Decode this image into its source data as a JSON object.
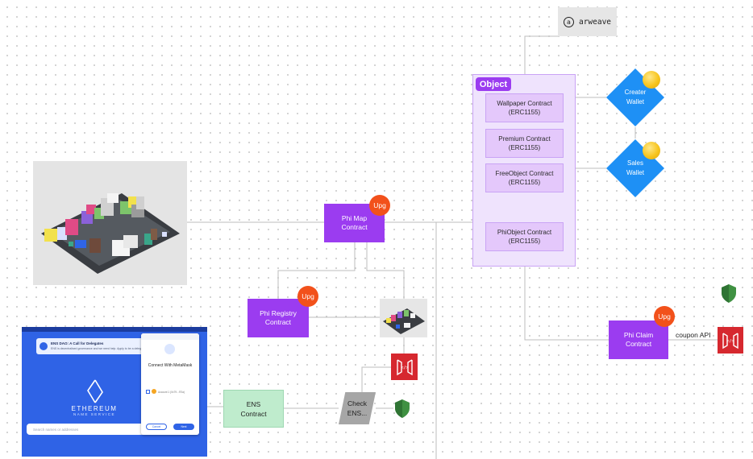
{
  "object_group": {
    "title": "Object",
    "contracts": [
      {
        "label": "Wallpaper Contract\n(ERC1155)"
      },
      {
        "label": "Premium Contract\n(ERC1155)"
      },
      {
        "label": "FreeObject Contract\n(ERC1155)"
      },
      {
        "label": "PhiObject Contract\n(ERC1155)"
      }
    ]
  },
  "arweave": {
    "logo": "a",
    "label": "arweave"
  },
  "wallets": [
    {
      "label": "Creater\nWallet"
    },
    {
      "label": "Sales\nWallet"
    }
  ],
  "nodes": {
    "phi_map": "Phi Map\nContract",
    "phi_registry": "Phi Registry\nContract",
    "phi_claim": "Phi Claim\nContract",
    "ens_contract": "ENS\nContract",
    "check_ens": "Check\nENS..."
  },
  "badges": {
    "upgradeable": "Upg"
  },
  "edge_labels": {
    "coupon_api": "coupon API"
  },
  "ens_screenshot": {
    "banner_title": "ENS DAO: A Call for Delegates",
    "banner_sub": "ENS is decentralised governance and we need help. Apply to be a delegate.",
    "wordmark": "ETHEREUM",
    "subtitle": "NAME SERVICE",
    "search_placeholder": "Search names or addresses",
    "popup_title": "Connect With MetaMask",
    "popup_account": "Account 1 (0x79...f70a)",
    "popup_cancel": "Cancel",
    "popup_next": "Next"
  },
  "colors": {
    "contract_purple": "#9b3cf0",
    "object_group_bg": "#efe3fd",
    "upgrade_badge": "#f2511b",
    "wallet_blue": "#1e90f5",
    "ens_green": "#bfeccd",
    "api_red": "#d6282f",
    "shield_green": "#3f9142"
  },
  "icons": {
    "api_gateway": "api-gateway-icon",
    "shield": "shield-icon",
    "coin": "coin-icon",
    "arweave": "arweave-logo-icon",
    "ens": "ens-logo-icon"
  }
}
